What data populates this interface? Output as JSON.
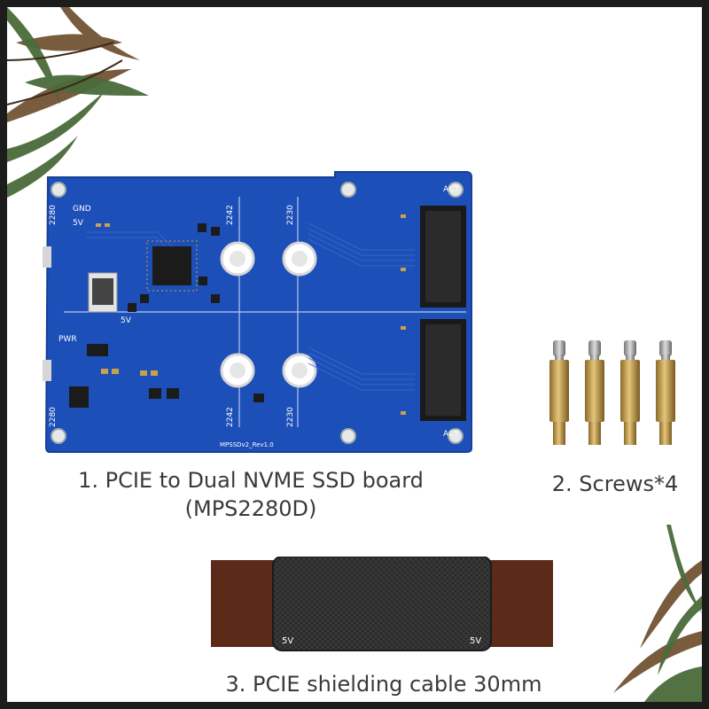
{
  "products": [
    {
      "caption_line1": "1. PCIE to Dual NVME SSD board",
      "caption_line2": "(MPS2280D)"
    },
    {
      "caption_line1": "2. Screws*4"
    },
    {
      "caption_line1": "3. PCIE shielding cable 30mm"
    }
  ],
  "board_silkscreen": {
    "gnd": "GND",
    "v5_top": "5V",
    "v5_mid": "5V",
    "pwr": "PWR",
    "act_top": "ACT",
    "act_bottom": "ACT",
    "size_2280_top": "2280",
    "size_2280_bottom": "2280",
    "size_2242_top": "2242",
    "size_2230_top": "2230",
    "size_2242_bottom": "2242",
    "size_2230_bottom": "2230",
    "revision": "MPSSDv2_Rev1.0"
  },
  "cable_labels": {
    "left": "5V",
    "right": "5V"
  },
  "colors": {
    "board": "#1d4fb8",
    "frame": "#1c1c1c",
    "cable_flex": "#5b2a18",
    "cable_shield": "#2a2a2a",
    "brass": "#c9a14a"
  }
}
